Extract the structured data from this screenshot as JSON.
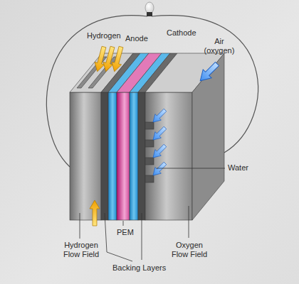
{
  "diagram": {
    "labels": [
      "Hydrogen",
      "Anode",
      "Cathode",
      "Air (oxygen)",
      "Water",
      "PEM",
      "Hydrogen Flow Field",
      "Backing Layers",
      "Oxygen Flow Field"
    ]
  }
}
